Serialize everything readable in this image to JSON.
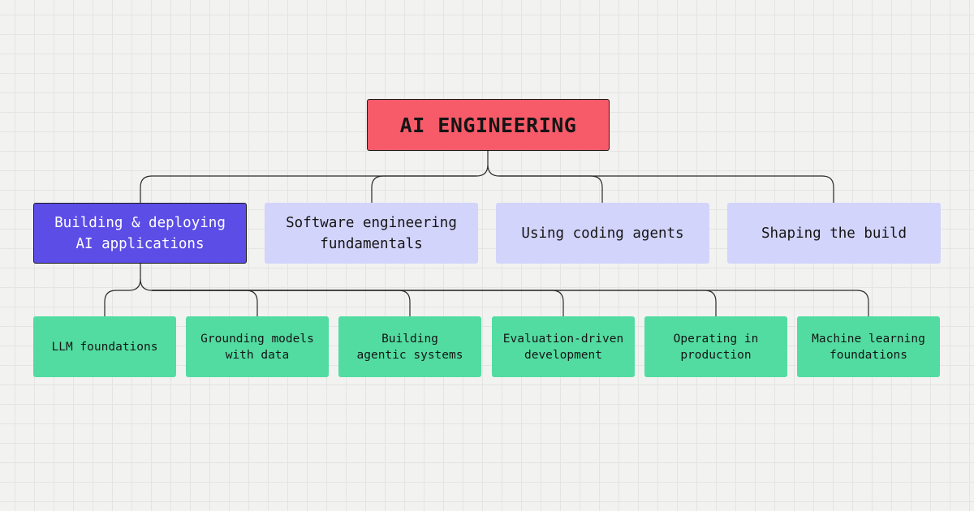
{
  "colors": {
    "root_fill": "#f75b69",
    "active_fill": "#5b4de6",
    "category_fill": "#d3d4fb",
    "leaf_fill": "#52dca1",
    "connector": "#2a2a2a"
  },
  "root": {
    "label": "AI ENGINEERING"
  },
  "categories": [
    {
      "label": "Building & deploying\nAI applications",
      "active": true
    },
    {
      "label": "Software engineering\nfundamentals",
      "active": false
    },
    {
      "label": "Using coding agents",
      "active": false
    },
    {
      "label": "Shaping the build",
      "active": false
    }
  ],
  "subtopics": [
    {
      "label": "LLM foundations"
    },
    {
      "label": "Grounding models\nwith data"
    },
    {
      "label": "Building\nagentic systems"
    },
    {
      "label": "Evaluation-driven\ndevelopment"
    },
    {
      "label": "Operating in\nproduction"
    },
    {
      "label": "Machine learning\nfoundations"
    }
  ]
}
